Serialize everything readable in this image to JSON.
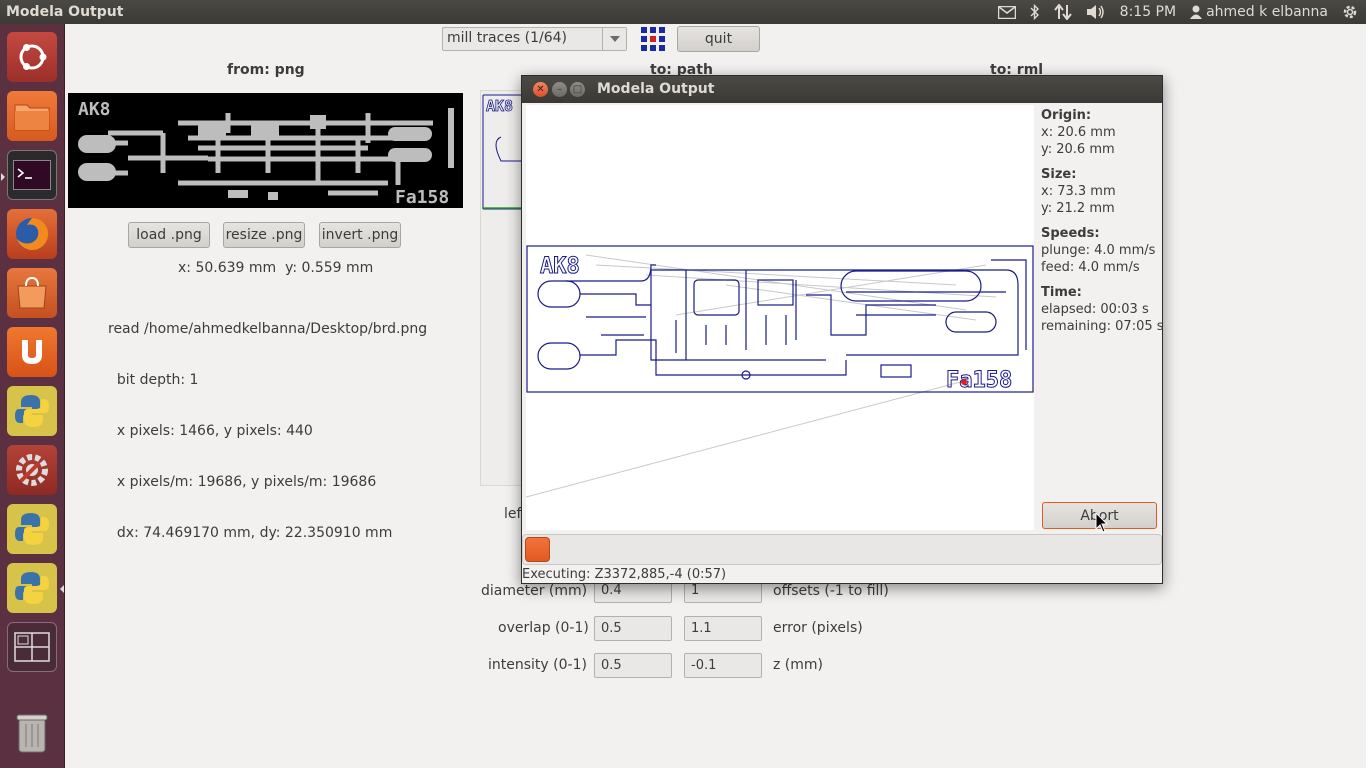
{
  "window": {
    "title": "Modela Output"
  },
  "panel": {
    "time": "8:15 PM",
    "user": "ahmed k elbanna",
    "icons": [
      "mail-icon",
      "bluetooth-icon",
      "network-icon",
      "volume-icon",
      "user-icon",
      "gear-icon"
    ]
  },
  "launcher": {
    "items": [
      "ubuntu-dash-icon",
      "files-icon",
      "terminal-icon",
      "firefox-icon",
      "software-center-icon",
      "ubuntu-one-icon",
      "python-icon",
      "system-settings-icon",
      "python-icon",
      "python-icon",
      "workspace-switcher-icon",
      "trash-icon"
    ]
  },
  "toolbar": {
    "process_select": "mill traces (1/64)",
    "quit_label": "quit"
  },
  "columns": {
    "from": "from: png",
    "to_path": "to: path",
    "to_rml": "to: rml"
  },
  "png_panel": {
    "board_label_left": "AK8",
    "board_label_right": "Fa158",
    "load_label": "load .png",
    "resize_label": "resize .png",
    "invert_label": "invert .png",
    "coords": "x: 50.639 mm  y: 0.559 mm",
    "info_lines": [
      "read /home/ahmedkelbanna/Desktop/brd.png",
      "  bit depth: 1",
      "  x pixels: 1466, y pixels: 440",
      "  x pixels/m: 19686, y pixels/m: 19686",
      "  dx: 74.469170 mm, dy: 22.350910 mm"
    ]
  },
  "path_panel": {
    "partial_label": "lef",
    "board_label_left": "AK8",
    "params": [
      {
        "label": "diameter (mm)",
        "value": "0.4",
        "value2": "1",
        "label2": "offsets (-1 to fill)"
      },
      {
        "label": "overlap (0-1)",
        "value": "0.5",
        "value2": "1.1",
        "label2": "error (pixels)"
      },
      {
        "label": "intensity (0-1)",
        "value": "0.5",
        "value2": "-0.1",
        "label2": "z (mm)"
      }
    ]
  },
  "dialog": {
    "title": "Modela Output",
    "board_label_left": "AK8",
    "board_label_right": "Fa158",
    "origin_heading": "Origin:",
    "origin_x": "x: 20.6 mm",
    "origin_y": "y: 20.6 mm",
    "size_heading": "Size:",
    "size_x": "x: 73.3 mm",
    "size_y": "y: 21.2 mm",
    "speeds_heading": "Speeds:",
    "plunge": "plunge: 4.0 mm/s",
    "feed": "feed: 4.0 mm/s",
    "time_heading": "Time:",
    "elapsed": "elapsed: 00:03 s",
    "remaining": "remaining: 07:05 s",
    "abort_label": "Abort",
    "progress_fraction": 0.04,
    "status": "Executing: Z3372,885,-4 (0:57)"
  },
  "colors": {
    "toolpath": "#1a1a8c",
    "progress": "#e8612a",
    "launcher_bg": "#5b3041",
    "panel_bg": "#3c3b37"
  }
}
